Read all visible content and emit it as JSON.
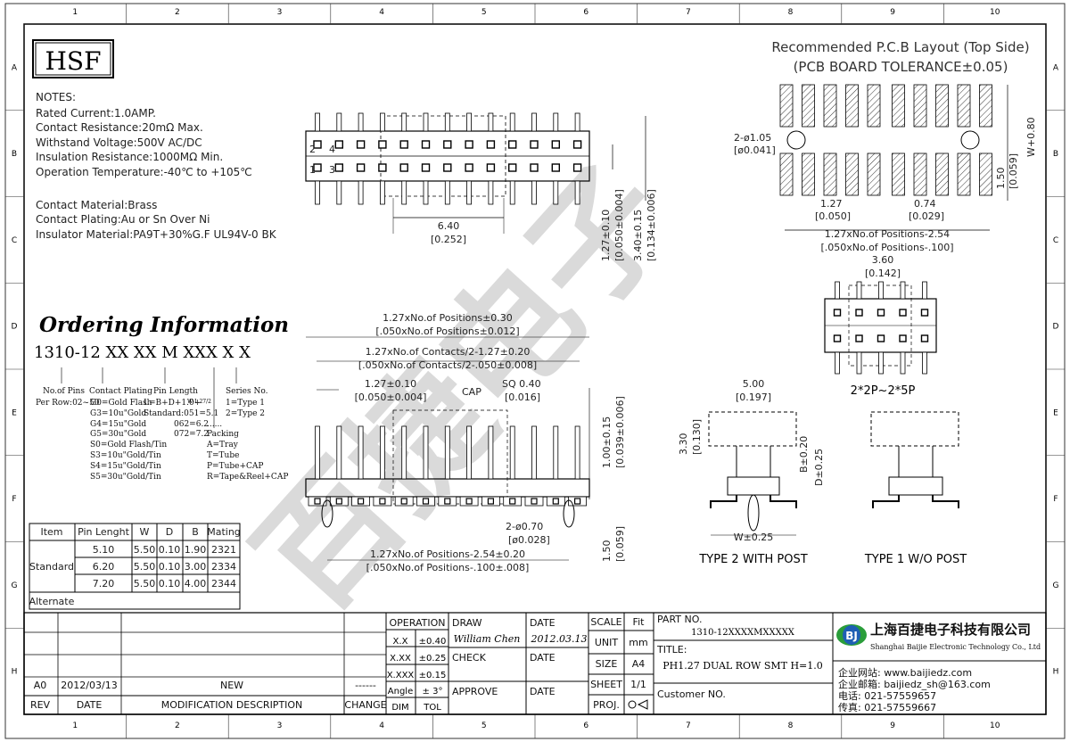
{
  "zones": {
    "columns": [
      "1",
      "2",
      "3",
      "4",
      "5",
      "6",
      "7",
      "8",
      "9",
      "10"
    ],
    "rows": [
      "A",
      "B",
      "C",
      "D",
      "E",
      "F",
      "G",
      "H"
    ]
  },
  "logo": "HSF",
  "notes": {
    "heading": "NOTES:",
    "lines": [
      "Rated Current:1.0AMP.",
      "Contact Resistance:20mΩ Max.",
      "Withstand Voltage:500V AC/DC",
      "Insulation Resistance:1000MΩ Min.",
      "Operation Temperature:-40℃ to +105℃",
      "",
      "Contact Material:Brass",
      "Contact Plating:Au or Sn Over Ni",
      "Insulator Material:PA9T+30%G.F UL94V-0 BK"
    ]
  },
  "pcb_layout": {
    "title": "Recommended P.C.B Layout (Top Side)",
    "subtitle": "(PCB BOARD TOLERANCE±0.05)",
    "dims": {
      "hole": "2-ø1.05",
      "hole_in": "[ø0.041]",
      "pitch": "1.27",
      "pitch_in": "[0.050]",
      "pad_w": "0.74",
      "pad_w_in": "[0.029]",
      "row_span": "1.27xNo.of Positions-2.54",
      "row_span_in": "[.050xNo.of Positions-.100]",
      "pad_len": "1.50",
      "pad_len_in": "[0.059]",
      "total": "W+0.80"
    }
  },
  "top_view": {
    "pin_labels": [
      "2",
      "4",
      "1",
      "3"
    ],
    "dims": {
      "width": "6.40",
      "width_in": "[0.252]",
      "height1": "1.27±0.10",
      "height1_in": "[0.050±0.004]",
      "height2": "3.40±0.15",
      "height2_in": "[0.134±0.006]"
    }
  },
  "small_view": {
    "dim": "3.60",
    "dim_in": "[0.142]",
    "label": "2*2P~2*5P"
  },
  "ordering": {
    "title": "Ordering Information",
    "code": "1310-12 XX XX M XXX X X",
    "no_of_pins": [
      "No.of Pins",
      "Per Row:02~50"
    ],
    "contact_plating": [
      "Contact Plating",
      "G0=Gold Flash",
      "G3=10u\"Gold",
      "G4=15u\"Gold",
      "G5=30u\"Gold",
      "S0=Gold Flash/Tin",
      "S3=10u\"Gold/Tin",
      "S4=15u\"Gold/Tin",
      "S5=30u\"Gold/Tin"
    ],
    "pin_length": [
      "Pin Length",
      "L=B+D+1.0+",
      "W-1.27/2",
      "Standard:051=5.1",
      "062=6.2",
      "072=7.2",
      "......"
    ],
    "series": [
      "Series No.",
      "1=Type 1",
      "2=Type 2"
    ],
    "packing": [
      "Packing",
      "A=Tray",
      "T=Tube",
      "P=Tube+CAP",
      "R=Tape&Reel+CAP"
    ]
  },
  "pin_table": {
    "headers": [
      "Item",
      "Pin Lenght",
      "W",
      "D",
      "B",
      "Mating"
    ],
    "group": "Standard",
    "rows": [
      [
        "5.10",
        "5.50",
        "0.10",
        "1.90",
        "2321"
      ],
      [
        "6.20",
        "5.50",
        "0.10",
        "3.00",
        "2334"
      ],
      [
        "7.20",
        "5.50",
        "0.10",
        "4.00",
        "2344"
      ]
    ],
    "alternate": "Alternate"
  },
  "front_view": {
    "dims": {
      "total": "1.27xNo.of Positions±0.30",
      "total_in": "[.050xNo.of Positions±0.012]",
      "contacts": "1.27xNo.of Contacts/2-1.27±0.20",
      "contacts_in": "[.050xNo.of Contacts/2-.050±0.008]",
      "pitch": "1.27±0.10",
      "pitch_in": "[0.050±0.004]",
      "cap": "CAP",
      "sq": "SQ 0.40",
      "sq_in": "[0.016]",
      "height": "1.00±0.15",
      "height_in": "[0.039±0.006]",
      "post": "2-ø0.70",
      "post_in": "[ø0.028]",
      "positions": "1.27xNo.of Positions-2.54±0.20",
      "positions_in": "[.050xNo.of Positions-.100±.008]",
      "post_len": "1.50",
      "post_len_in": "[0.059]"
    }
  },
  "side_views": {
    "type2_label": "TYPE 2 WITH POST",
    "type1_label": "TYPE 1 W/O POST",
    "width": "5.00",
    "width_in": "[0.197]",
    "h": "3.30",
    "h_in": "[0.130]",
    "b": "B±0.20",
    "d": "D±0.25",
    "w": "W±0.25"
  },
  "title_block": {
    "revision": {
      "rev": "A0",
      "date": "2012/03/13",
      "desc": "NEW",
      "change": "------",
      "header_rev": "REV",
      "header_date": "DATE",
      "header_desc": "MODIFICATION  DESCRIPTION",
      "header_change": "CHANGE"
    },
    "tolerance": {
      "header": "OPERATION",
      "rows": [
        [
          "X.X",
          "±0.40"
        ],
        [
          "X.XX",
          "±0.25"
        ],
        [
          "X.XXX",
          "±0.15"
        ],
        [
          "Angle",
          "± 3°"
        ]
      ],
      "dim": "DIM",
      "tol": "TOL"
    },
    "draw_label": "DRAW",
    "draw_name": "William Chen",
    "draw_date_label": "DATE",
    "draw_date": "2012.03.13",
    "check_label": "CHECK",
    "check_date": "DATE",
    "approve_label": "APPROVE",
    "approve_date": "DATE",
    "scale_label": "SCALE",
    "scale_value": "Fit",
    "unit_label": "UNIT",
    "unit_value": "mm",
    "size_label": "SIZE",
    "size_value": "A4",
    "sheet_label": "SHEET",
    "sheet_value": "1/1",
    "proj_label": "PROJ.",
    "part_no_label": "PART NO.",
    "part_no": "1310-12XXXXMXXXXX",
    "title_label": "TITLE:",
    "title": "PH1.27 DUAL ROW SMT H=1.0",
    "customer_label": "Customer NO.",
    "company_cn": "上海百捷电子科技有限公司",
    "company_en": "Shanghai Baijie Electronic Technology Co., Ltd",
    "website": "企业网站: www.baijiedz.com",
    "email": "企业邮箱: baijiedz_sh@163.com",
    "phone": "电话: 021-57559657",
    "fax": "传真: 021-57559667"
  },
  "watermark": "百捷电子"
}
